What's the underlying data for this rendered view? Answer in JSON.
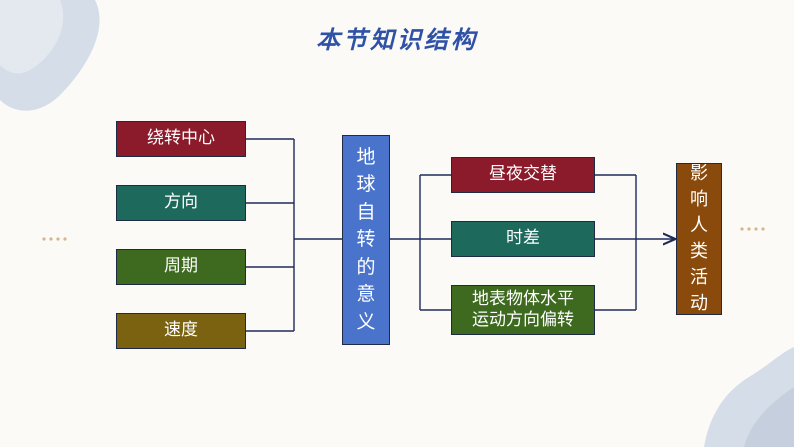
{
  "title": "本节知识结构",
  "left_items": [
    {
      "label": "绕转中心",
      "color": "#8b1a2b"
    },
    {
      "label": "方向",
      "color": "#1d6a5c"
    },
    {
      "label": "周期",
      "color": "#3d6a1f"
    },
    {
      "label": "速度",
      "color": "#7a6210"
    }
  ],
  "center": {
    "chars": [
      "地",
      "球",
      "自",
      "转",
      "的",
      "意",
      "义"
    ],
    "color": "#4a74cc"
  },
  "right_items": [
    {
      "line1": "昼夜交替",
      "line2": "",
      "color": "#8b1a2b"
    },
    {
      "line1": "时差",
      "line2": "",
      "color": "#1d6a5c"
    },
    {
      "line1": "地表物体水平",
      "line2": "运动方向偏转",
      "color": "#3d6a1f"
    }
  ],
  "impact": {
    "chars": [
      "影",
      "响",
      "人",
      "类",
      "活",
      "动"
    ],
    "color": "#8a4a0c"
  },
  "colors": {
    "line": "#1f2a5a",
    "title": "#2f52a6"
  }
}
